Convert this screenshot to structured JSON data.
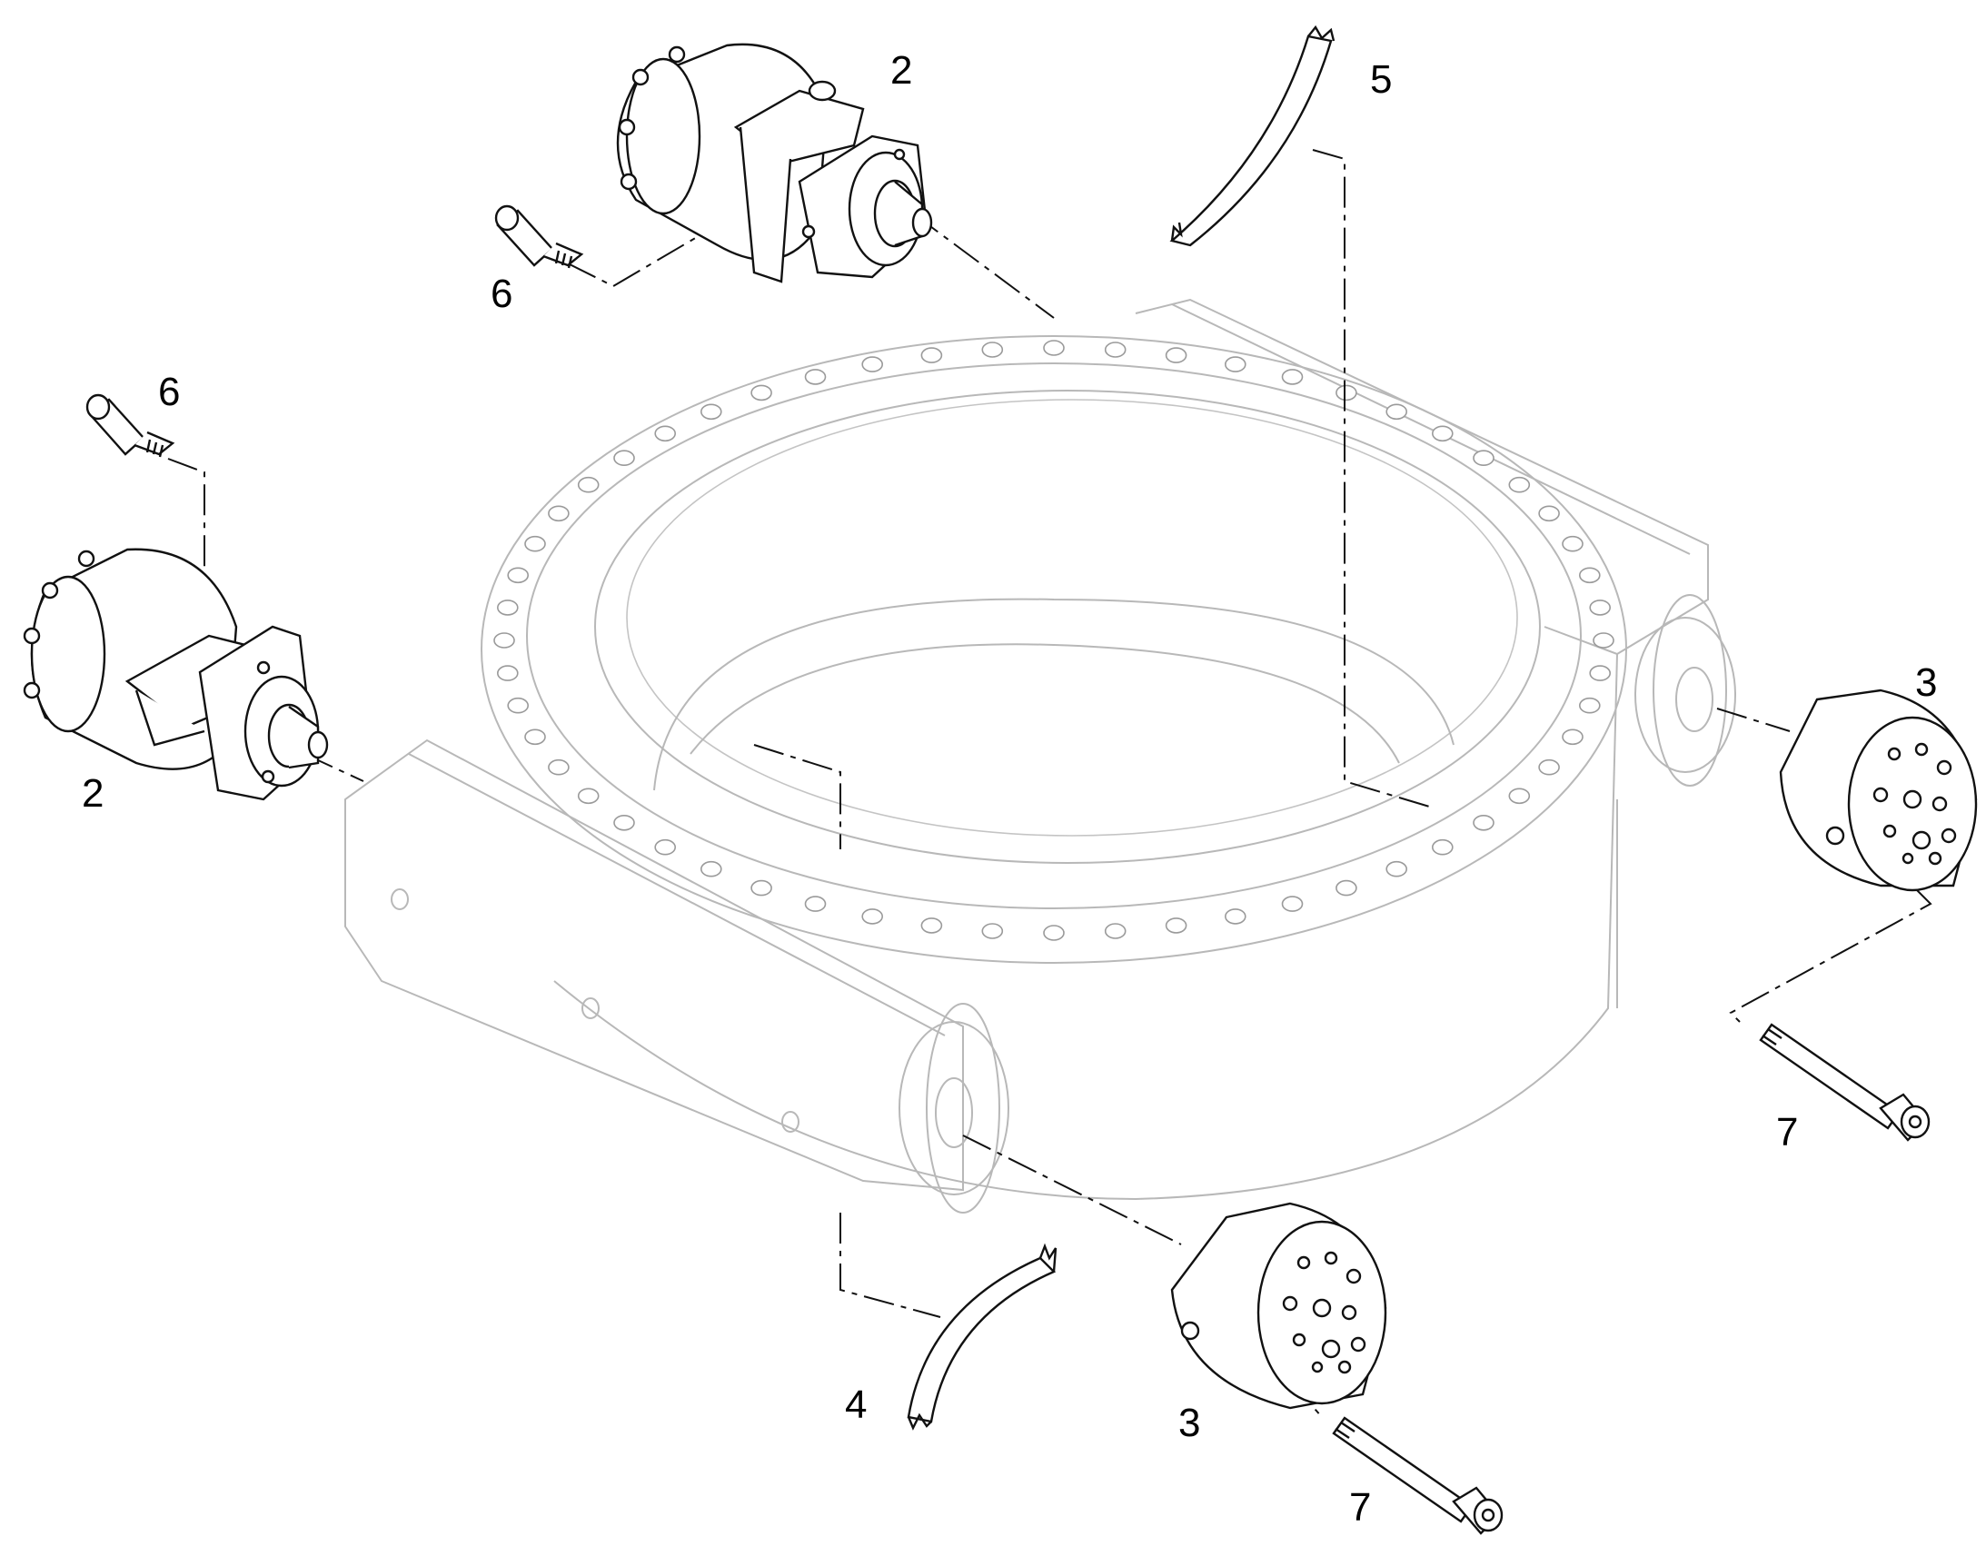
{
  "callouts": {
    "motor_top": "2",
    "motor_left": "2",
    "gearbox_right": "3",
    "gearbox_bottom": "3",
    "seal_bottom": "4",
    "seal_top": "5",
    "screw_top": "6",
    "screw_left": "6",
    "bolt_right": "7",
    "bolt_bottom": "7"
  }
}
